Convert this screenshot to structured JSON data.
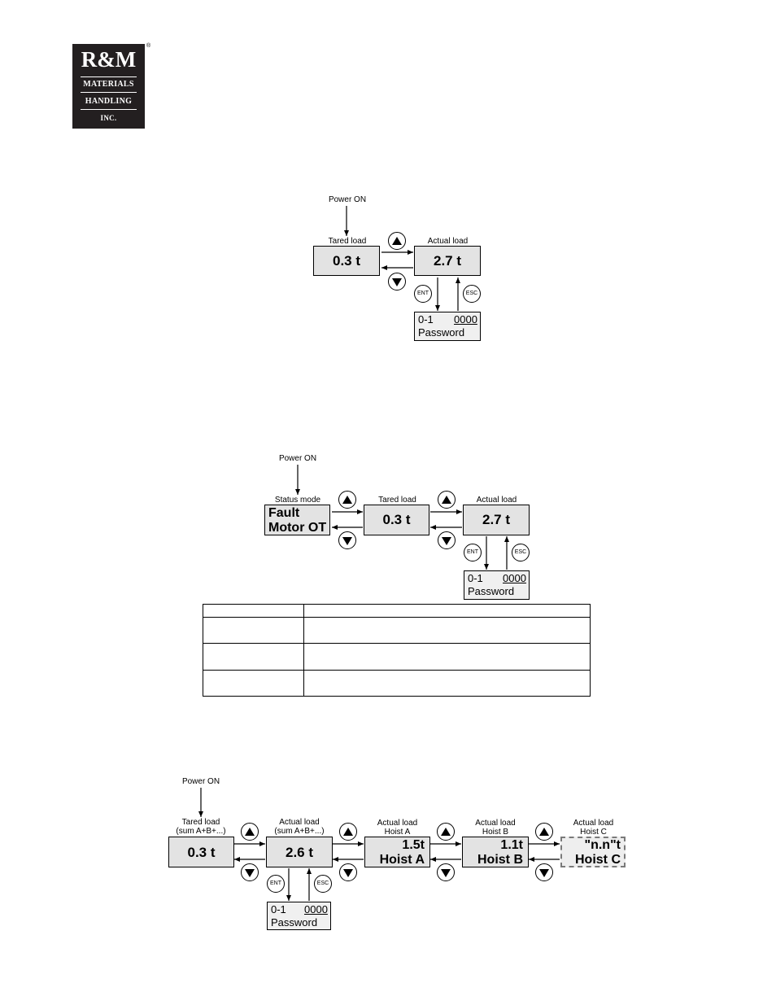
{
  "logo": {
    "brand": "R&M",
    "line1": "MATERIALS",
    "line2": "HANDLING",
    "line3": "INC.",
    "reg": "®"
  },
  "buttons": {
    "ent": "ENT",
    "esc": "ESC"
  },
  "diagram1": {
    "power_on": "Power ON",
    "tared_label": "Tared load",
    "tared_value": "0.3 t",
    "actual_label": "Actual load",
    "actual_value": "2.7 t",
    "pw_code": "0-1",
    "pw_digits": "0000",
    "pw_label": "Password"
  },
  "diagram2": {
    "power_on": "Power ON",
    "status_label": "Status mode",
    "status_line1": "Fault",
    "status_line2": "Motor OT",
    "tared_label": "Tared load",
    "tared_value": "0.3 t",
    "actual_label": "Actual load",
    "actual_value": "2.7 t",
    "pw_code": "0-1",
    "pw_digits": "0000",
    "pw_label": "Password"
  },
  "table": {
    "rows": [
      [
        "",
        ""
      ],
      [
        "",
        ""
      ],
      [
        "",
        ""
      ],
      [
        "",
        ""
      ]
    ]
  },
  "diagram3": {
    "power_on": "Power ON",
    "tared_label1": "Tared load",
    "tared_label2": "(sum A+B+...)",
    "tared_value": "0.3 t",
    "actual_label1": "Actual load",
    "actual_label2": "(sum A+B+...)",
    "actual_value": "2.6 t",
    "hoistA_label1": "Actual load",
    "hoistA_label2": "Hoist A",
    "hoistA_value": "1.5t",
    "hoistA_name": "Hoist A",
    "hoistB_label1": "Actual load",
    "hoistB_label2": "Hoist B",
    "hoistB_value": "1.1t",
    "hoistB_name": "Hoist B",
    "hoistC_label1": "Actual load",
    "hoistC_label2": "Hoist C",
    "hoistC_value": "\"n.n\"t",
    "hoistC_name": "Hoist C",
    "pw_code": "0-1",
    "pw_digits": "0000",
    "pw_label": "Password"
  }
}
